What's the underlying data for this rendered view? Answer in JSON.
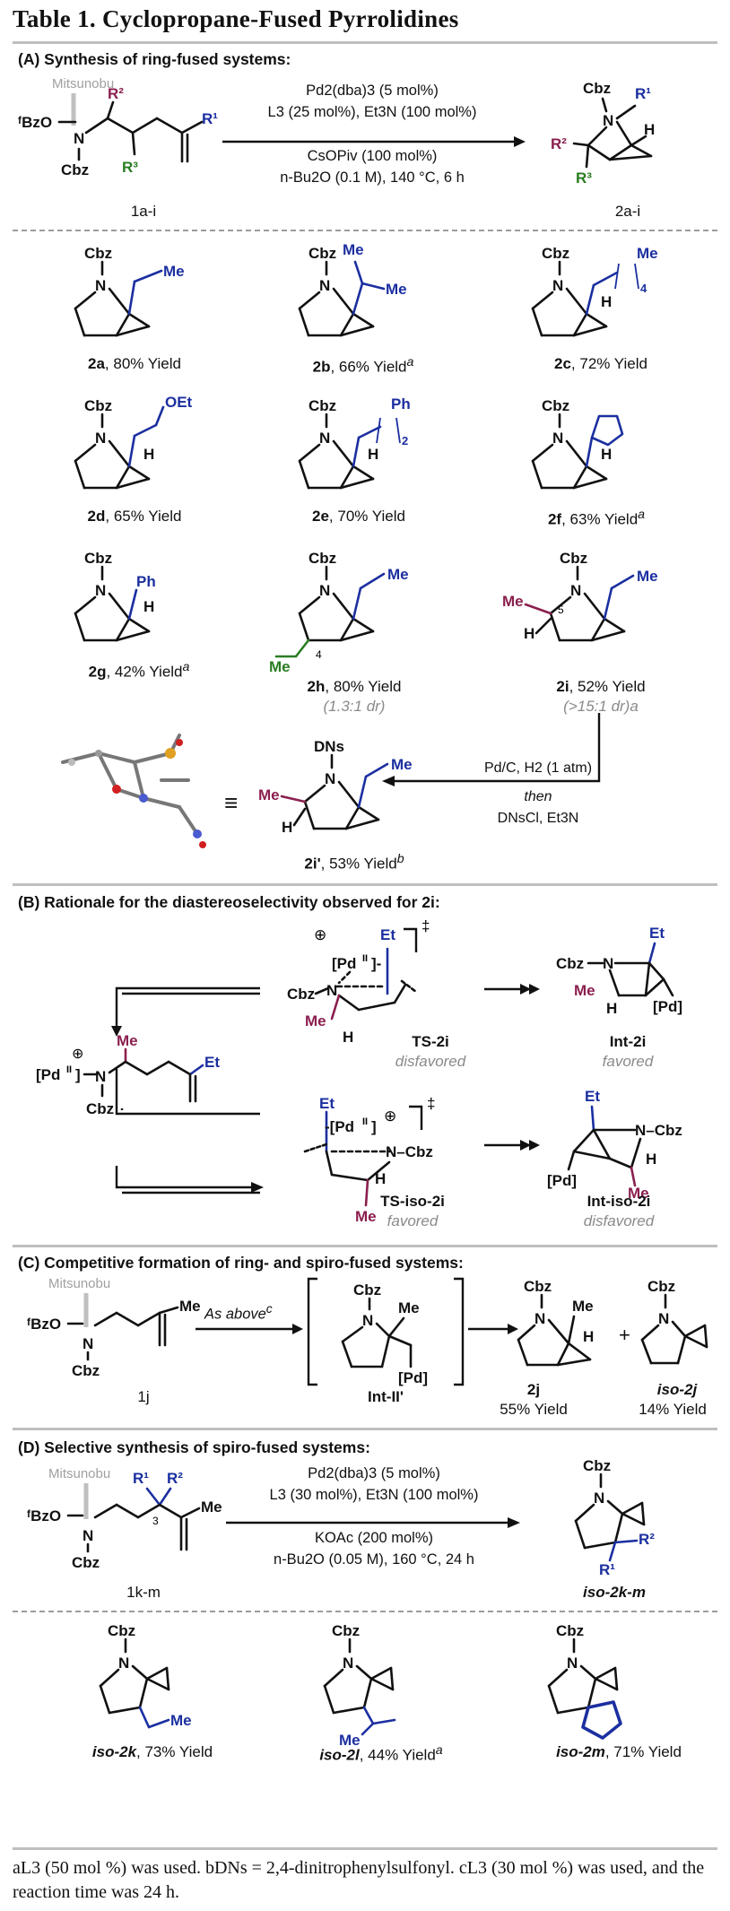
{
  "title": "Table 1. Cyclopropane-Fused Pyrrolidines",
  "sectionA": {
    "heading": "(A) Synthesis of ring-fused systems:",
    "conditions": [
      "Pd2(dba)3 (5 mol%)",
      "L3 (25 mol%), Et3N (100 mol%)",
      "CsOPiv (100 mol%)",
      "n-Bu2O (0.1 M), 140 °C, 6 h"
    ],
    "start_label": "1a-i",
    "product_label": "2a-i",
    "mitsunobu": "Mitsunobu",
    "entries": [
      {
        "id": "2a",
        "yield": ", 80% Yield",
        "note": ""
      },
      {
        "id": "2b",
        "yield": ", 66% Yield",
        "note": "a"
      },
      {
        "id": "2c",
        "yield": ", 72% Yield",
        "note": ""
      },
      {
        "id": "2d",
        "yield": ", 65% Yield",
        "note": ""
      },
      {
        "id": "2e",
        "yield": ", 70% Yield",
        "note": ""
      },
      {
        "id": "2f",
        "yield": ", 63% Yield",
        "note": "a"
      },
      {
        "id": "2g",
        "yield": ", 42% Yield",
        "note": "a"
      },
      {
        "id": "2h",
        "yield": ", 80% Yield",
        "note": "",
        "dr": "(1.3:1 dr)"
      },
      {
        "id": "2i",
        "yield": ", 52% Yield",
        "note": "",
        "dr": "(>15:1 dr)a"
      }
    ],
    "deriv": {
      "id": "2i'",
      "yield": ", 53% Yield",
      "note": "b",
      "cond1": "Pd/C, H2 (1 atm)",
      "cond2": "then",
      "cond3": "DNsCl, Et3N"
    }
  },
  "sectionB": {
    "heading": "(B) Rationale for the diastereoselectivity observed for 2i:",
    "ts1": "TS-2i",
    "ts1_note": "disfavored",
    "int1": "Int-2i",
    "int1_note": "favored",
    "ts2": "TS-iso-2i",
    "ts2_note": "favored",
    "int2": "Int-iso-2i",
    "int2_note": "disfavored"
  },
  "sectionC": {
    "heading": "(C) Competitive formation of ring- and spiro-fused systems:",
    "arrow_text": "As above",
    "arrow_note": "c",
    "start": "1j",
    "intermediate": "Int-II'",
    "p1": "2j",
    "p1_yield": "55% Yield",
    "p2": "iso-2j",
    "p2_yield": "14% Yield",
    "plus": "+"
  },
  "sectionD": {
    "heading": "(D) Selective synthesis of spiro-fused systems:",
    "conditions": [
      "Pd2(dba)3 (5 mol%)",
      "L3 (30 mol%), Et3N (100 mol%)",
      "KOAc (200 mol%)",
      "n-Bu2O (0.05 M), 160 °C, 24 h"
    ],
    "start_label": "1k-m",
    "product_label": "iso-2k-m",
    "entries": [
      {
        "id": "iso-2k",
        "yield": ", 73% Yield",
        "note": ""
      },
      {
        "id": "iso-2l",
        "yield": ", 44% Yield",
        "note": "a"
      },
      {
        "id": "iso-2m",
        "yield": ", 71% Yield",
        "note": ""
      }
    ]
  },
  "footnotes": "aL3 (50 mol %) was used. bDNs = 2,4-dinitrophenylsulfonyl. cL3 (30 mol %) was used, and the reaction time was 24 h."
}
